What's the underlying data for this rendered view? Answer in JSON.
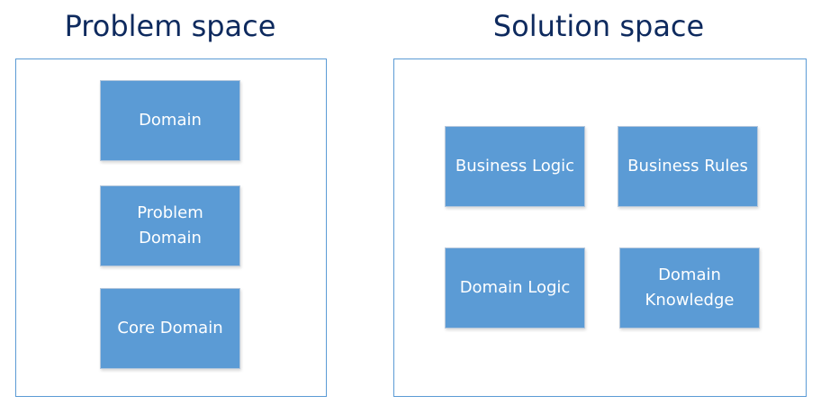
{
  "problem_space": {
    "title": "Problem space",
    "boxes": [
      "Domain",
      "Problem\nDomain",
      "Core Domain"
    ]
  },
  "solution_space": {
    "title": "Solution space",
    "boxes": [
      "Business Logic",
      "Business Rules",
      "Domain Logic",
      "Domain\nKnowledge"
    ]
  },
  "colors": {
    "box_fill": "#5B9BD5",
    "title": "#0E2A5E",
    "frame": "#5B9BD5"
  }
}
